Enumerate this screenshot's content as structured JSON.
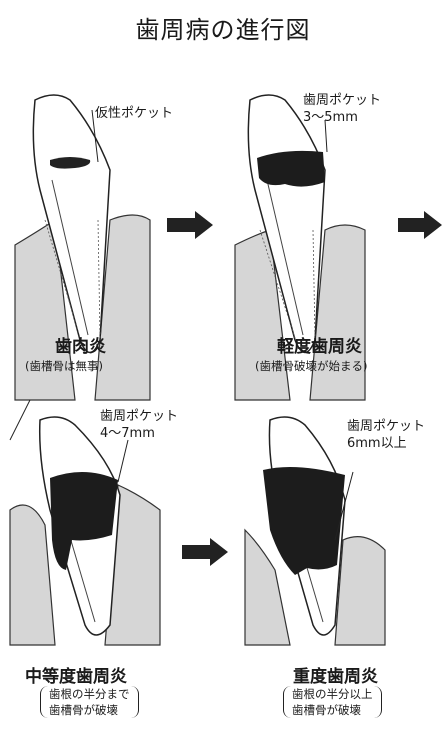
{
  "title": "歯周病の進行図",
  "stages": [
    {
      "name": "歯肉炎",
      "note": [
        "(歯槽骨は無事)"
      ],
      "pocket_label": "仮性ポケット",
      "pocket_depth": ""
    },
    {
      "name": "軽度歯周炎",
      "note": [
        "(歯槽骨破壊が始まる)"
      ],
      "pocket_label": "歯周ポケット",
      "pocket_depth": "3〜5mm"
    },
    {
      "name": "中等度歯周炎",
      "note": [
        "歯根の半分まで",
        "歯槽骨が破壊"
      ],
      "pocket_label": "歯周ポケット",
      "pocket_depth": "4〜7mm"
    },
    {
      "name": "重度歯周炎",
      "note": [
        "歯根の半分以上",
        "歯槽骨が破壊"
      ],
      "pocket_label": "歯周ポケット",
      "pocket_depth": "6mm以上"
    }
  ],
  "colors": {
    "ink": "#1a1a1a",
    "bone": "#dcdcdc",
    "tartar": "#1c1c1c",
    "arrow": "#222222"
  }
}
